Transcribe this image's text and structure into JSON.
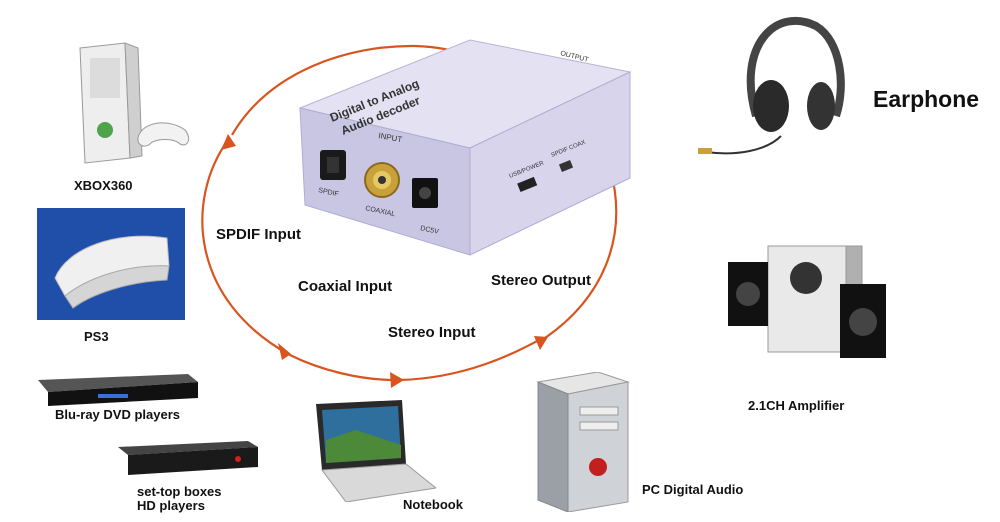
{
  "devices": {
    "xbox": "XBOX360",
    "ps3": "PS3",
    "bluray": "Blu-ray DVD players",
    "settop_line1": "set-top boxes",
    "settop_line2": "HD players",
    "notebook": "Notebook",
    "pc": "PC Digital Audio",
    "amplifier": "2.1CH  Amplifier",
    "earphone": "Earphone"
  },
  "flows": {
    "spdif": "SPDIF Input",
    "coaxial": "Coaxial Input",
    "stereo_in": "Stereo Input",
    "stereo_out": "Stereo Output"
  },
  "decoder": {
    "title_line1": "Digital to Analog",
    "title_line2": "Audio decoder",
    "input": "INPUT",
    "output": "OUTPUT",
    "port_spdif": "SPDIF",
    "port_coaxial": "COAXIAL",
    "port_dc": "DC5V",
    "port_usb": "USB/POWER",
    "switch": "SPDIF COAX"
  },
  "colors": {
    "arrow": "#d9541e",
    "box_top": "#e4e2f2",
    "box_front": "#c9c6e4",
    "box_side": "#d7d4ec"
  }
}
